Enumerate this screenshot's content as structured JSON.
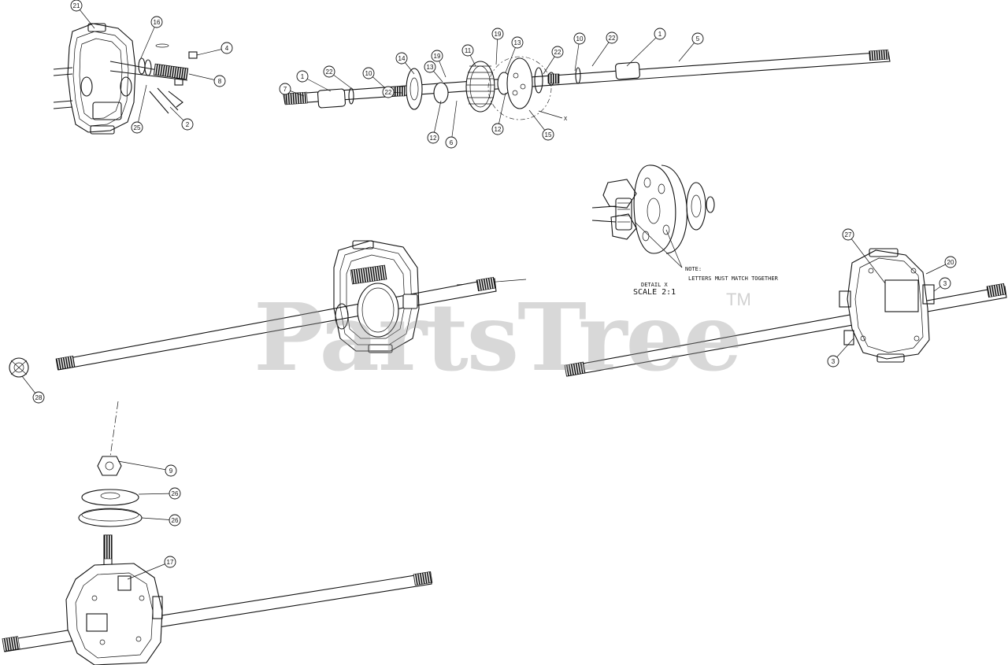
{
  "watermark": {
    "text": "PartsTree",
    "tm": "TM"
  },
  "detail": {
    "note_label": "NOTE:",
    "note_text": "LETTERS MUST MATCH TOGETHER",
    "title": "DETAIL X",
    "scale": "SCALE 2:1",
    "ref_letter": "X"
  },
  "callouts": [
    {
      "id": "c21a",
      "label": "21"
    },
    {
      "id": "c16",
      "label": "16"
    },
    {
      "id": "c4",
      "label": "4"
    },
    {
      "id": "c8",
      "label": "8"
    },
    {
      "id": "c2",
      "label": "2"
    },
    {
      "id": "c25",
      "label": "25"
    },
    {
      "id": "c7",
      "label": "7"
    },
    {
      "id": "c1a",
      "label": "1"
    },
    {
      "id": "c22a",
      "label": "22"
    },
    {
      "id": "c10a",
      "label": "10"
    },
    {
      "id": "c22b",
      "label": "22"
    },
    {
      "id": "c14",
      "label": "14"
    },
    {
      "id": "c19a",
      "label": "19"
    },
    {
      "id": "c13a",
      "label": "13"
    },
    {
      "id": "c11",
      "label": "11"
    },
    {
      "id": "c19b",
      "label": "19"
    },
    {
      "id": "c13b",
      "label": "13"
    },
    {
      "id": "c22c",
      "label": "22"
    },
    {
      "id": "c10b",
      "label": "10"
    },
    {
      "id": "c22d",
      "label": "22"
    },
    {
      "id": "c1b",
      "label": "1"
    },
    {
      "id": "c5",
      "label": "5"
    },
    {
      "id": "c12a",
      "label": "12"
    },
    {
      "id": "c6",
      "label": "6"
    },
    {
      "id": "c12b",
      "label": "12"
    },
    {
      "id": "c15",
      "label": "15"
    },
    {
      "id": "c27",
      "label": "27"
    },
    {
      "id": "c20",
      "label": "20"
    },
    {
      "id": "c3a",
      "label": "3"
    },
    {
      "id": "c3b",
      "label": "3"
    },
    {
      "id": "c28",
      "label": "28"
    },
    {
      "id": "c9",
      "label": "9"
    },
    {
      "id": "c26a",
      "label": "26"
    },
    {
      "id": "c26b",
      "label": "26"
    },
    {
      "id": "c17",
      "label": "17"
    }
  ]
}
